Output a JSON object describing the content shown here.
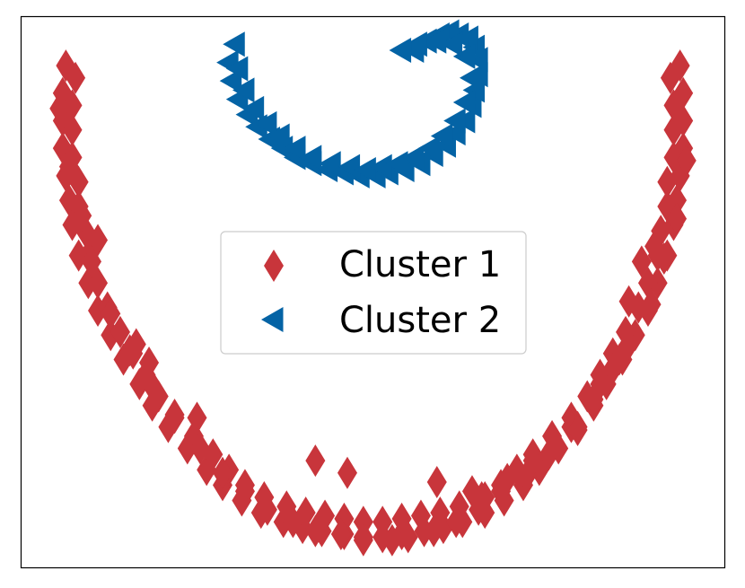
{
  "chart_data": {
    "type": "scatter",
    "title": "",
    "xlabel": "",
    "ylabel": "",
    "xlim": [
      -1.1,
      1.1
    ],
    "ylim": [
      -1.05,
      0.75
    ],
    "grid": false,
    "axis_ticks": false,
    "legend_position": "center",
    "series": [
      {
        "name": "Cluster 1",
        "marker": "diamond",
        "color": "#c8353b",
        "shape": "lower half-ring (outer radius ~1.0, inner radius ~0.9), points jittered inward",
        "x": [
          -0.96,
          -0.97,
          -0.97,
          -0.97,
          -0.96,
          -0.95,
          -0.94,
          -0.92,
          -0.89,
          -0.86,
          -0.82,
          -0.78,
          -0.73,
          -0.69,
          -0.64,
          -0.58,
          -0.52,
          -0.47,
          -0.41,
          -0.35,
          -0.28,
          -0.22,
          -0.16,
          -0.09,
          -0.03,
          0.03,
          0.09,
          0.16,
          0.22,
          0.28,
          0.35,
          0.41,
          0.47,
          0.52,
          0.58,
          0.64,
          0.69,
          0.73,
          0.78,
          0.82,
          0.86,
          0.89,
          0.92,
          0.94,
          0.95,
          0.96,
          0.97,
          0.97,
          0.97,
          0.96,
          -0.93,
          -0.94,
          -0.94,
          -0.94,
          -0.92,
          -0.92,
          -0.9,
          -0.89,
          -0.86,
          -0.83,
          -0.79,
          -0.75,
          -0.71,
          -0.67,
          -0.62,
          -0.56,
          -0.5,
          -0.45,
          -0.4,
          -0.34,
          -0.27,
          -0.21,
          -0.15,
          -0.09,
          -0.03,
          0.03,
          0.09,
          0.15,
          0.21,
          0.27,
          0.34,
          0.4,
          0.45,
          0.5,
          0.56,
          0.62,
          0.67,
          0.71,
          0.75,
          0.79,
          0.83,
          0.86,
          0.89,
          0.9,
          0.92,
          0.92,
          0.94,
          0.94,
          0.94,
          0.93,
          -0.98,
          -0.95,
          -0.91,
          -0.88,
          -0.82,
          -0.76,
          -0.7,
          -0.62,
          -0.54,
          -0.47,
          -0.4,
          -0.33,
          -0.25,
          -0.18,
          -0.1,
          -0.03,
          0.06,
          0.11,
          0.19,
          0.26,
          0.33,
          0.4,
          0.48,
          0.55,
          0.62,
          0.69,
          0.75,
          0.8,
          0.87,
          0.91,
          0.95,
          0.98,
          -0.88,
          -0.86,
          -0.74,
          -0.7,
          -0.55,
          -0.18,
          -0.08,
          0.2,
          0.31,
          0.35,
          0.42,
          0.5,
          0.64,
          0.71,
          0.77,
          0.8,
          0.84,
          0.88
        ],
        "y": [
          0.59,
          0.5,
          0.41,
          0.32,
          0.23,
          0.15,
          0.07,
          -0.03,
          -0.12,
          -0.21,
          -0.29,
          -0.37,
          -0.45,
          -0.52,
          -0.59,
          -0.66,
          -0.73,
          -0.78,
          -0.83,
          -0.87,
          -0.9,
          -0.92,
          -0.93,
          -0.94,
          -0.95,
          -0.95,
          -0.94,
          -0.93,
          -0.92,
          -0.9,
          -0.87,
          -0.83,
          -0.78,
          -0.73,
          -0.66,
          -0.59,
          -0.52,
          -0.45,
          -0.37,
          -0.29,
          -0.21,
          -0.12,
          -0.03,
          0.07,
          0.15,
          0.23,
          0.32,
          0.41,
          0.5,
          0.59,
          0.55,
          0.46,
          0.38,
          0.29,
          0.21,
          0.13,
          0.05,
          -0.03,
          -0.12,
          -0.2,
          -0.28,
          -0.35,
          -0.42,
          -0.49,
          -0.56,
          -0.62,
          -0.68,
          -0.73,
          -0.78,
          -0.82,
          -0.85,
          -0.87,
          -0.88,
          -0.89,
          -0.9,
          -0.9,
          -0.89,
          -0.88,
          -0.87,
          -0.85,
          -0.82,
          -0.78,
          -0.73,
          -0.68,
          -0.62,
          -0.56,
          -0.49,
          -0.42,
          -0.35,
          -0.28,
          -0.2,
          -0.12,
          -0.03,
          0.05,
          0.13,
          0.21,
          0.29,
          0.38,
          0.46,
          0.55,
          0.45,
          0.26,
          0.1,
          -0.05,
          -0.22,
          -0.34,
          -0.44,
          -0.55,
          -0.66,
          -0.74,
          -0.8,
          -0.86,
          -0.9,
          -0.93,
          -0.94,
          -0.96,
          -0.96,
          -0.95,
          -0.93,
          -0.9,
          -0.86,
          -0.8,
          -0.75,
          -0.68,
          -0.59,
          -0.5,
          -0.4,
          -0.32,
          -0.19,
          -0.04,
          0.09,
          0.28,
          -0.05,
          0.02,
          -0.32,
          -0.38,
          -0.56,
          -0.7,
          -0.74,
          -0.77,
          -0.8,
          -0.82,
          -0.76,
          -0.7,
          -0.6,
          -0.45,
          -0.37,
          -0.18,
          -0.05,
          0.0
        ]
      },
      {
        "name": "Cluster 2",
        "marker": "triangle-left",
        "color": "#0463a5",
        "shape": "arc (upper curl) near top center",
        "x": [
          -0.43,
          -0.45,
          -0.44,
          -0.42,
          -0.39,
          -0.36,
          -0.32,
          -0.28,
          -0.24,
          -0.19,
          -0.14,
          -0.09,
          -0.04,
          0.01,
          0.05,
          0.1,
          0.15,
          0.19,
          0.23,
          0.26,
          0.29,
          0.31,
          0.32,
          0.33,
          0.33,
          0.32,
          0.3,
          0.27,
          0.24,
          0.21,
          0.17,
          0.13,
          -0.42,
          -0.4,
          -0.37,
          -0.33,
          -0.29,
          -0.24,
          -0.19,
          -0.13,
          -0.07,
          -0.02,
          0.03,
          0.08,
          0.13,
          0.18,
          0.22,
          0.26,
          0.29,
          0.31,
          0.29,
          0.25,
          0.2,
          0.14,
          0.09
        ],
        "y": [
          0.66,
          0.6,
          0.54,
          0.48,
          0.43,
          0.39,
          0.35,
          0.32,
          0.29,
          0.27,
          0.25,
          0.24,
          0.23,
          0.23,
          0.24,
          0.25,
          0.27,
          0.3,
          0.33,
          0.37,
          0.41,
          0.46,
          0.51,
          0.56,
          0.61,
          0.65,
          0.68,
          0.69,
          0.7,
          0.69,
          0.67,
          0.64,
          0.58,
          0.51,
          0.45,
          0.4,
          0.36,
          0.32,
          0.29,
          0.27,
          0.26,
          0.25,
          0.26,
          0.27,
          0.29,
          0.32,
          0.36,
          0.41,
          0.47,
          0.55,
          0.62,
          0.66,
          0.67,
          0.66,
          0.64
        ]
      }
    ]
  }
}
